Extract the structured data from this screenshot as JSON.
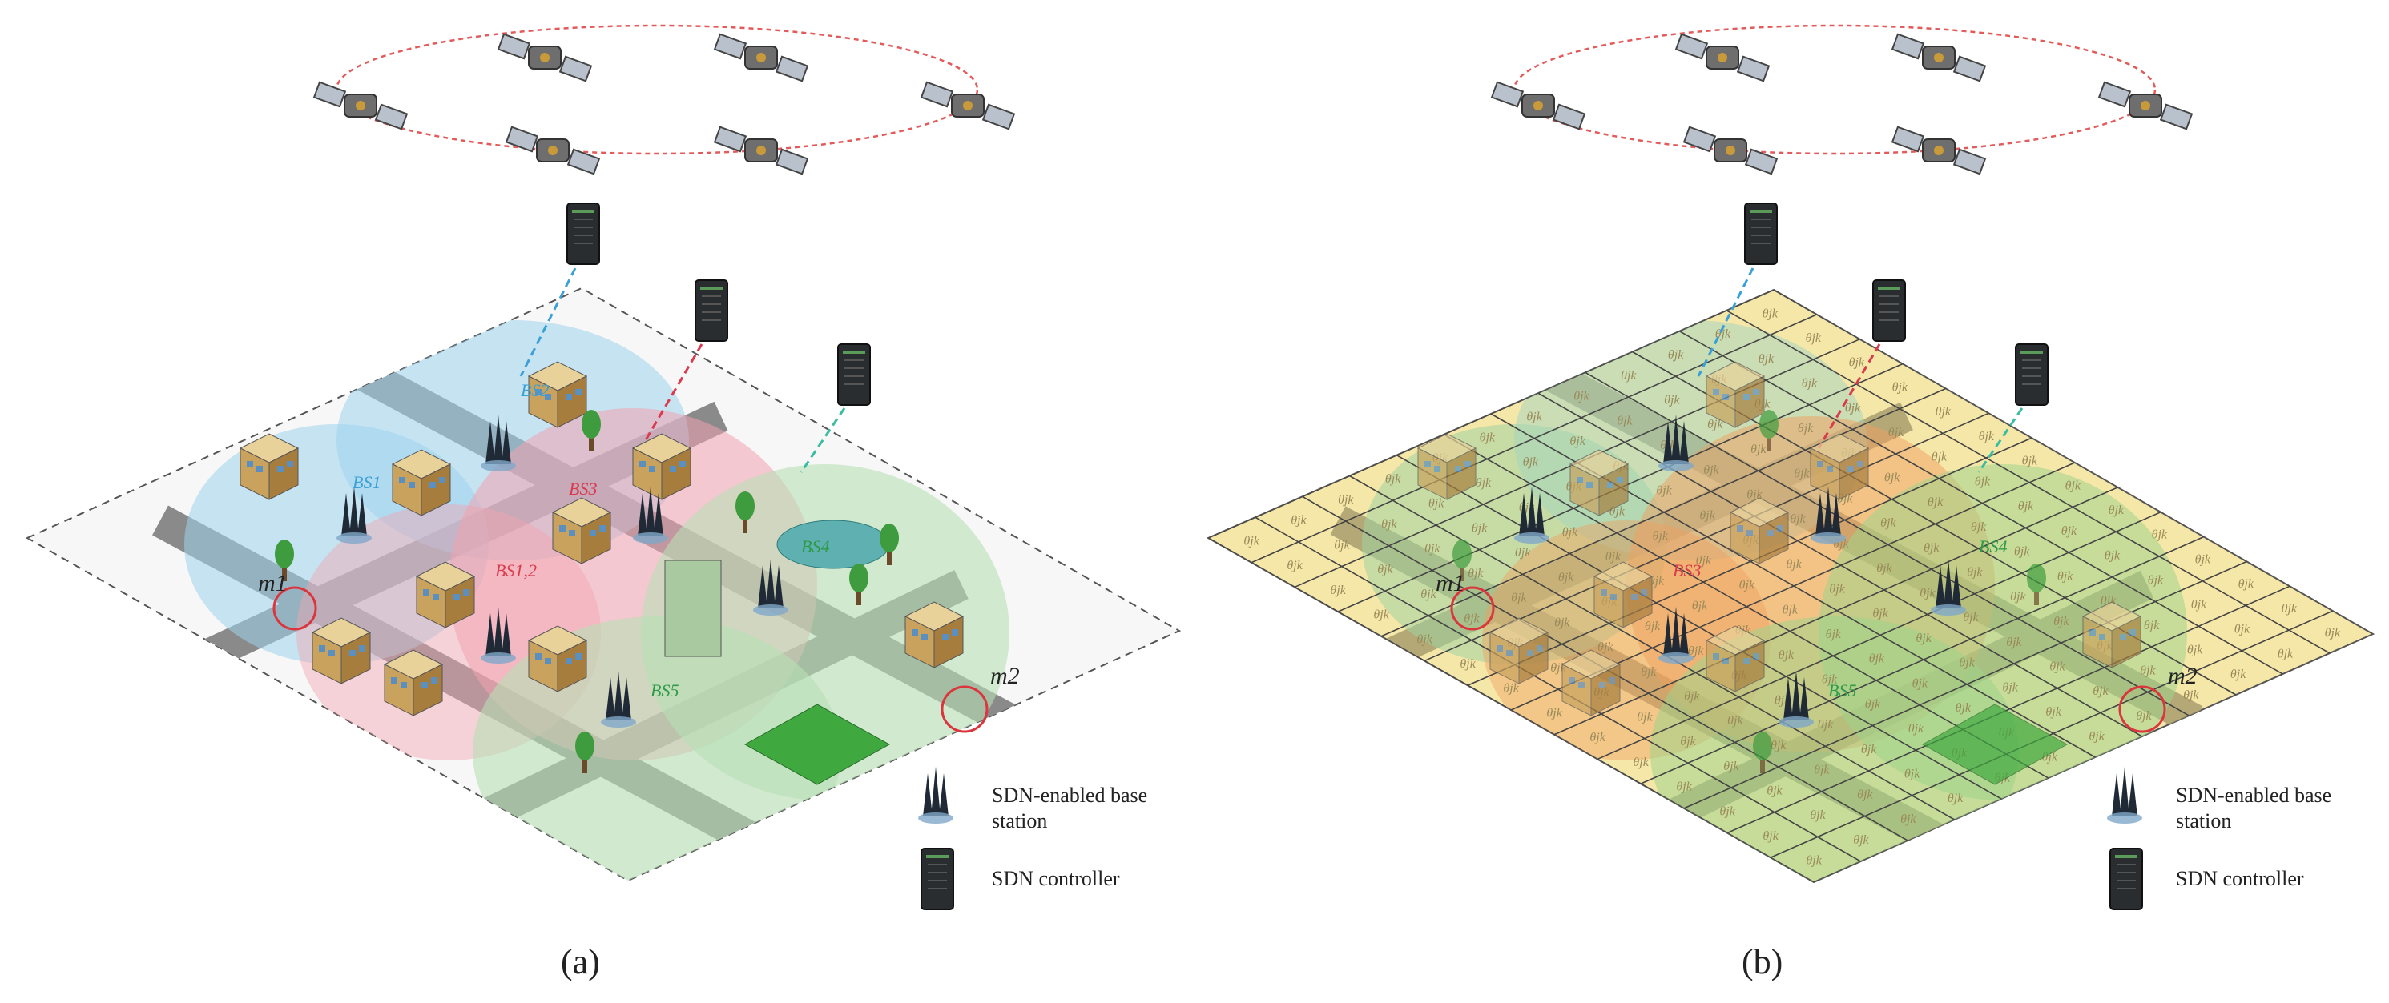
{
  "figure": {
    "panels": [
      {
        "caption": "(a)",
        "bs_labels": [
          "BS2",
          "BS1",
          "BS3",
          "BS1,2",
          "BS4",
          "BS5"
        ],
        "markers": [
          "m1",
          "m2"
        ]
      },
      {
        "caption": "(b)",
        "bs_labels": [
          "BS3",
          "BS4",
          "BS5"
        ],
        "markers": [
          "m1",
          "m2"
        ],
        "grid_cell_label": "θjk"
      }
    ],
    "legend": {
      "base_station_label_line1": "SDN-enabled base",
      "base_station_label_line2": "station",
      "controller_label": "SDN controller"
    }
  },
  "colors": {
    "zone_blue": "#9fd3ee",
    "zone_red": "#f2a3b0",
    "zone_green": "#b7e0b4",
    "grid_fill": "#f5e7a8",
    "road": "#8a8a8a",
    "orbit": "#e35a5a",
    "marker_circle": "#d9363e"
  }
}
